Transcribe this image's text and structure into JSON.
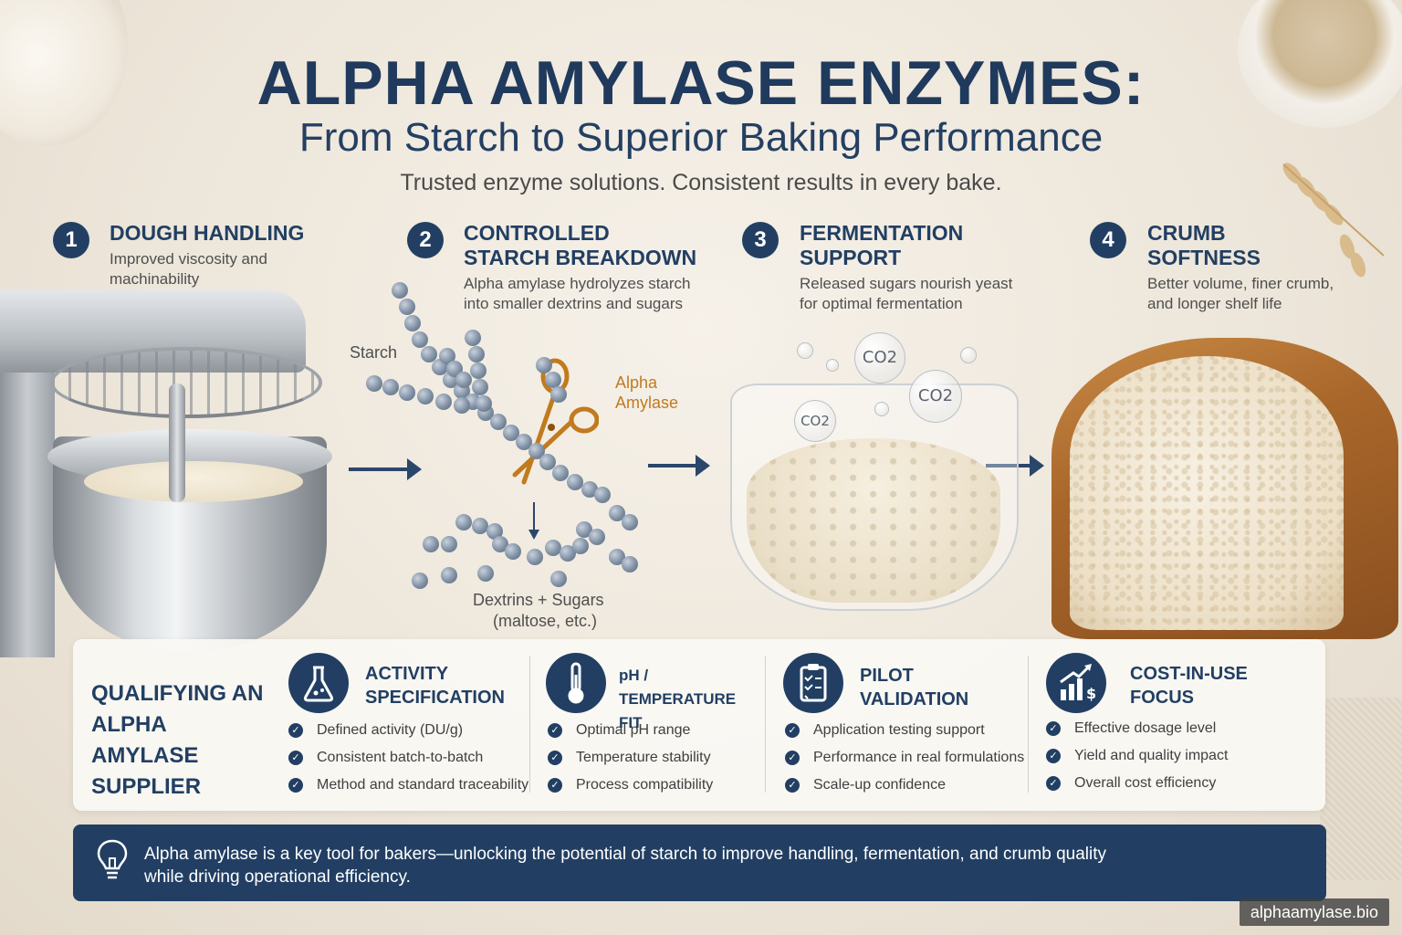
{
  "header": {
    "title": "ALPHA AMYLASE ENZYMES:",
    "subtitle": "From Starch to Superior Baking Performance",
    "tagline": "Trusted enzyme solutions. Consistent results in every bake."
  },
  "steps": [
    {
      "number": "1",
      "title": "DOUGH HANDLING",
      "description": "Improved viscosity and machinability"
    },
    {
      "number": "2",
      "title": "CONTROLLED STARCH BREAKDOWN",
      "description": "Alpha amylase hydrolyzes starch into smaller dextrins and sugars"
    },
    {
      "number": "3",
      "title": "FERMENTATION SUPPORT",
      "description": "Released sugars nourish yeast for optimal fermentation"
    },
    {
      "number": "4",
      "title": "CRUMB SOFTNESS",
      "description": "Better volume, finer crumb, and longer shelf life"
    }
  ],
  "diagram": {
    "starch_label": "Starch",
    "enzyme_label": "Alpha Amylase",
    "products_label": "Dextrins + Sugars",
    "products_note": "(maltose, etc.)",
    "gas_label": "CO2"
  },
  "qualifying": {
    "heading": "QUALIFYING AN ALPHA AMYLASE SUPPLIER",
    "columns": [
      {
        "icon": "flask-icon",
        "title": "ACTIVITY SPECIFICATION",
        "items": [
          "Defined activity (DU/g)",
          "Consistent batch-to-batch",
          "Method and standard traceability"
        ]
      },
      {
        "icon": "thermometer-icon",
        "title": "pH / TEMPERATURE FIT",
        "items": [
          "Optimal pH range",
          "Temperature stability",
          "Process compatibility"
        ]
      },
      {
        "icon": "clipboard-checklist-icon",
        "title": "PILOT VALIDATION",
        "items": [
          "Application testing support",
          "Performance in real formulations",
          "Scale-up confidence"
        ]
      },
      {
        "icon": "cost-chart-icon",
        "title": "COST-IN-USE FOCUS",
        "items": [
          "Effective dosage level",
          "Yield and quality impact",
          "Overall cost efficiency"
        ]
      }
    ]
  },
  "footer": {
    "text": "Alpha amylase is a key tool for bakers—unlocking the potential of starch to improve handling, fermentation, and crumb quality while driving operational efficiency."
  },
  "watermark": "alphaamylase.bio",
  "colors": {
    "navy": "#223f63",
    "enzyme_orange": "#c27a1e",
    "background": "#efe8dc"
  }
}
